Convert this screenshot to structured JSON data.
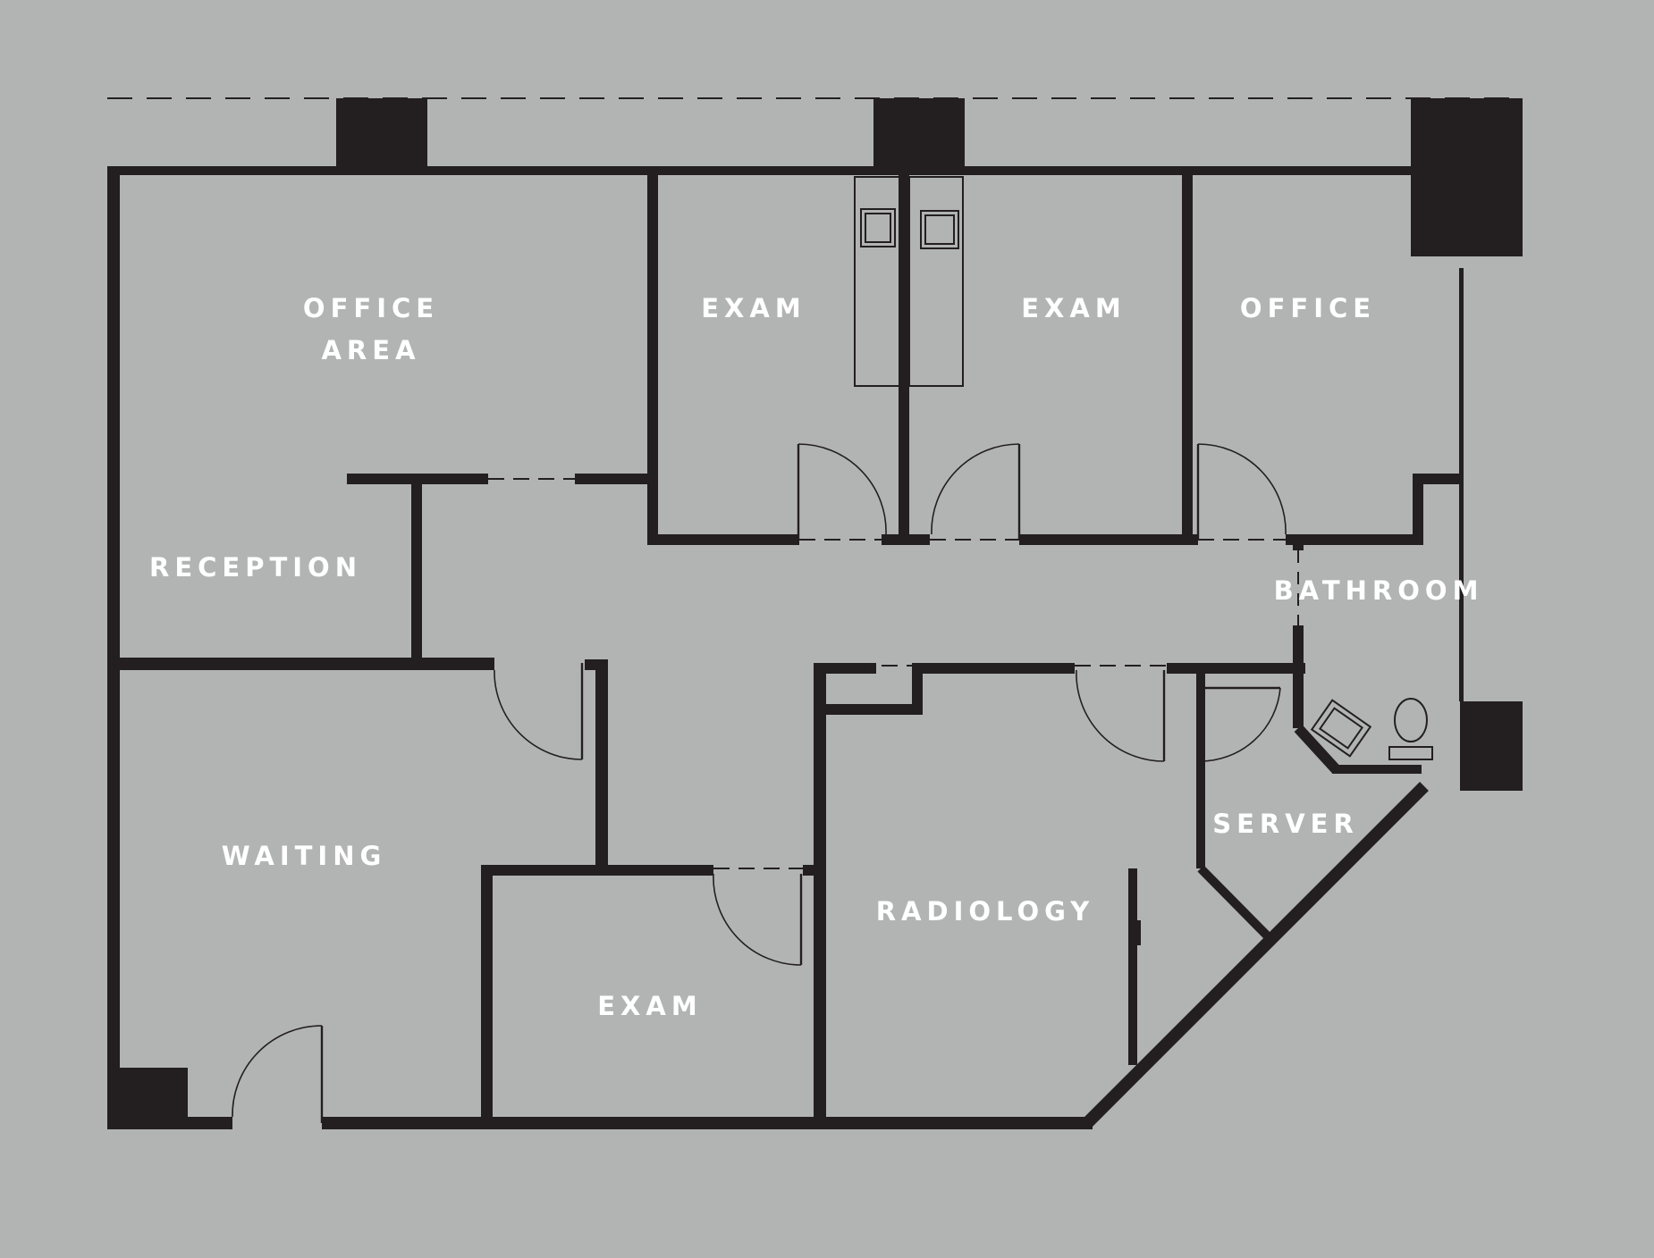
{
  "colors": {
    "background": "#b2b4b3",
    "wall": "#231f20",
    "label": "#ffffff"
  },
  "rooms": {
    "office_area_line1": "OFFICE",
    "office_area_line2": "AREA",
    "exam_1": "EXAM",
    "exam_2": "EXAM",
    "office": "OFFICE",
    "reception": "RECEPTION",
    "bathroom": "BATHROOM",
    "waiting": "WAITING",
    "server": "SERVER",
    "radiology": "RADIOLOGY",
    "exam_3": "EXAM"
  }
}
